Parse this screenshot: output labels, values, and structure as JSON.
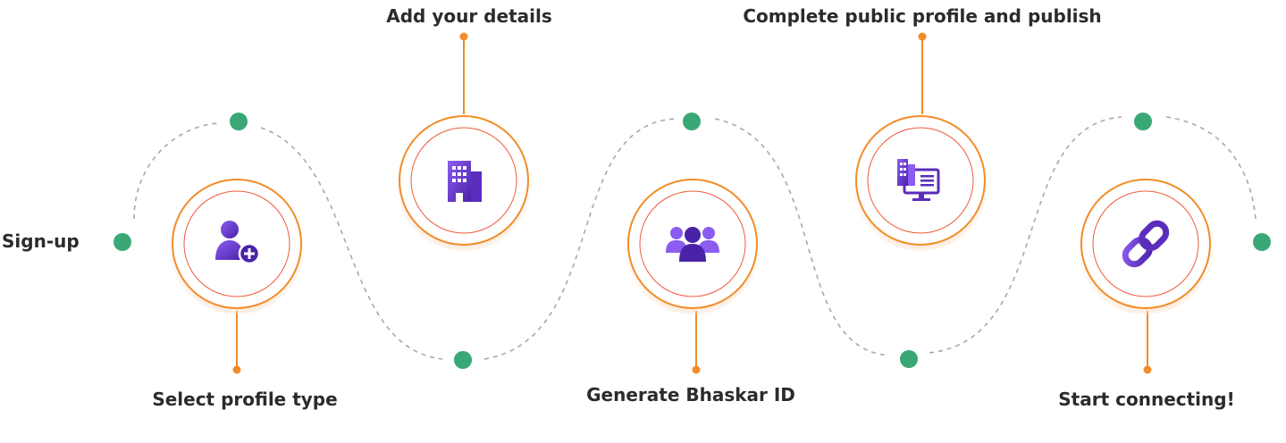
{
  "colors": {
    "orange": "#f28c28",
    "orange_inner": "#ee5a3a",
    "green": "#3aa876",
    "purple": "#5a2dbd",
    "purple_light": "#8b5cf0",
    "dash": "#a8a8a8",
    "text": "#2b2b2b"
  },
  "start_label": "Sign-up",
  "steps": [
    {
      "label": "Select profile type",
      "icon": "add-user-icon",
      "position": "bottom"
    },
    {
      "label": "Add your details",
      "icon": "building-icon",
      "position": "top"
    },
    {
      "label": "Generate Bhaskar ID",
      "icon": "group-icon",
      "position": "bottom"
    },
    {
      "label": "Complete public profile and publish",
      "icon": "monitor-building-icon",
      "position": "top"
    },
    {
      "label": "Start connecting!",
      "icon": "link-icon",
      "position": "bottom"
    }
  ]
}
